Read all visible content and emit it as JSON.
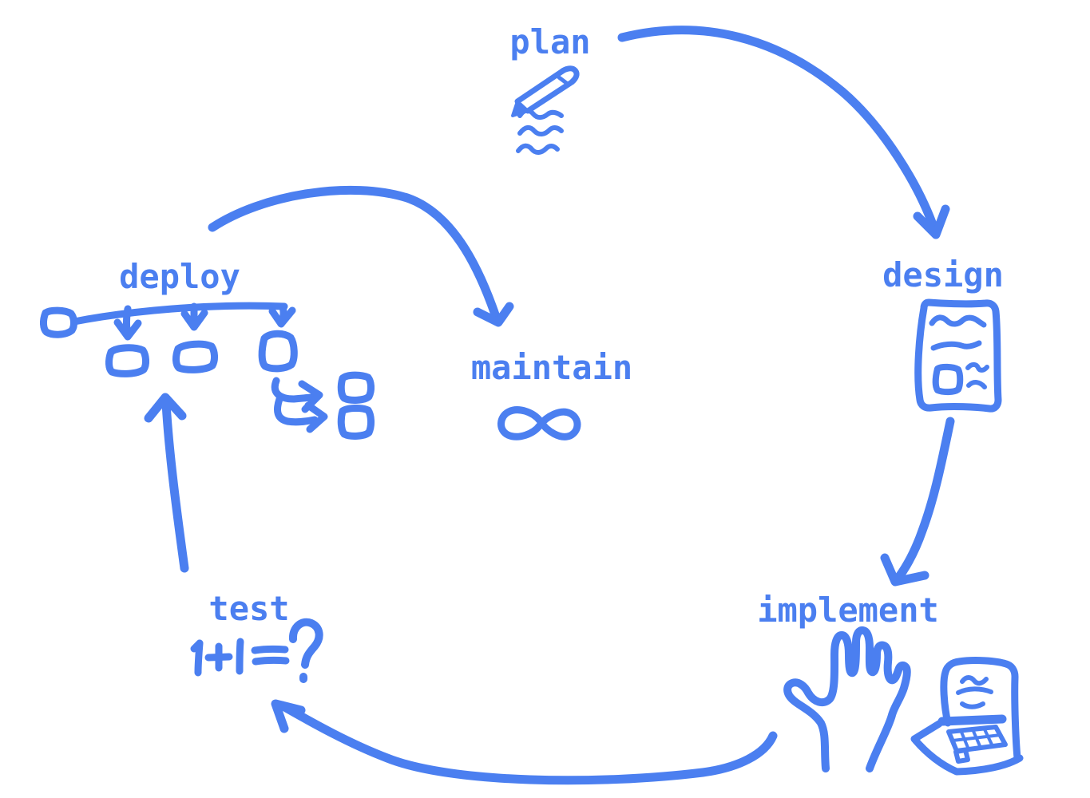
{
  "canvas": {
    "background_color": "#ffffff",
    "ink_color": "#4b7ff0"
  },
  "diagram": {
    "type": "hand-drawn software development lifecycle loop",
    "nodes": [
      {
        "id": "plan",
        "label": "plan",
        "icon": "pencil-notes-icon"
      },
      {
        "id": "design",
        "label": "design",
        "icon": "design-document-icon"
      },
      {
        "id": "implement",
        "label": "implement",
        "icon": "hand-and-laptop-icon"
      },
      {
        "id": "test",
        "label": "test",
        "icon": "equation-drawing",
        "annotation": "1+1=?"
      },
      {
        "id": "deploy",
        "label": "deploy",
        "icon": "deploy-diagram-icon"
      },
      {
        "id": "maintain",
        "label": "maintain",
        "icon": "infinity-icon"
      }
    ],
    "edges": [
      {
        "from": "plan",
        "to": "design"
      },
      {
        "from": "design",
        "to": "implement"
      },
      {
        "from": "implement",
        "to": "test"
      },
      {
        "from": "test",
        "to": "deploy"
      },
      {
        "from": "deploy",
        "to": "maintain"
      }
    ]
  }
}
